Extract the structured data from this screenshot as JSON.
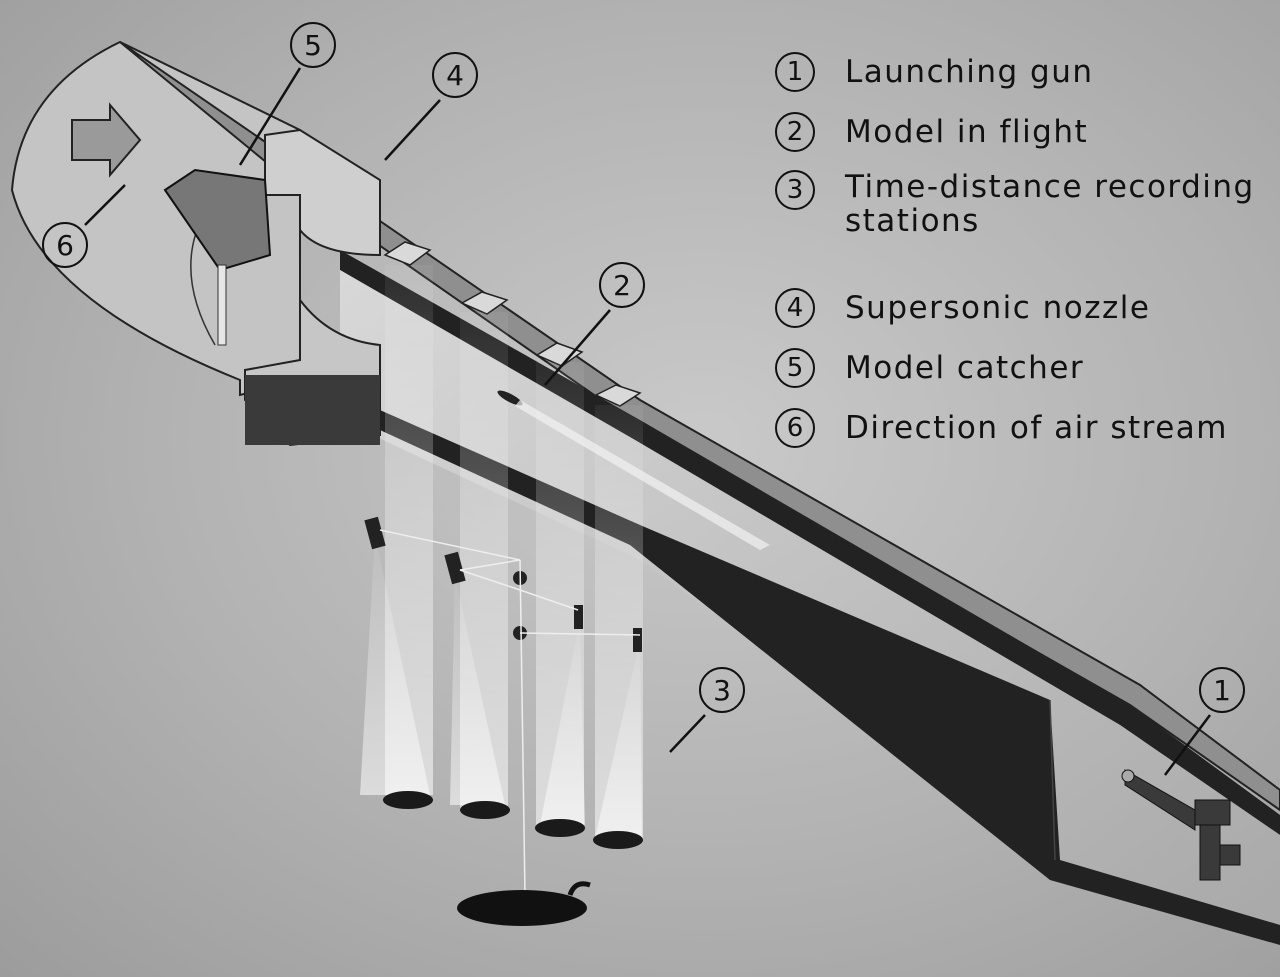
{
  "legend": [
    {
      "num": "1",
      "label": "Launching gun"
    },
    {
      "num": "2",
      "label": "Model in flight"
    },
    {
      "num": "3",
      "label": "Time-distance recording stations"
    },
    {
      "num": "4",
      "label": "Supersonic nozzle"
    },
    {
      "num": "5",
      "label": "Model catcher"
    },
    {
      "num": "6",
      "label": "Direction of air stream"
    }
  ],
  "callouts": {
    "c1": "1",
    "c2": "2",
    "c3": "3",
    "c4": "4",
    "c5": "5",
    "c6": "6"
  }
}
